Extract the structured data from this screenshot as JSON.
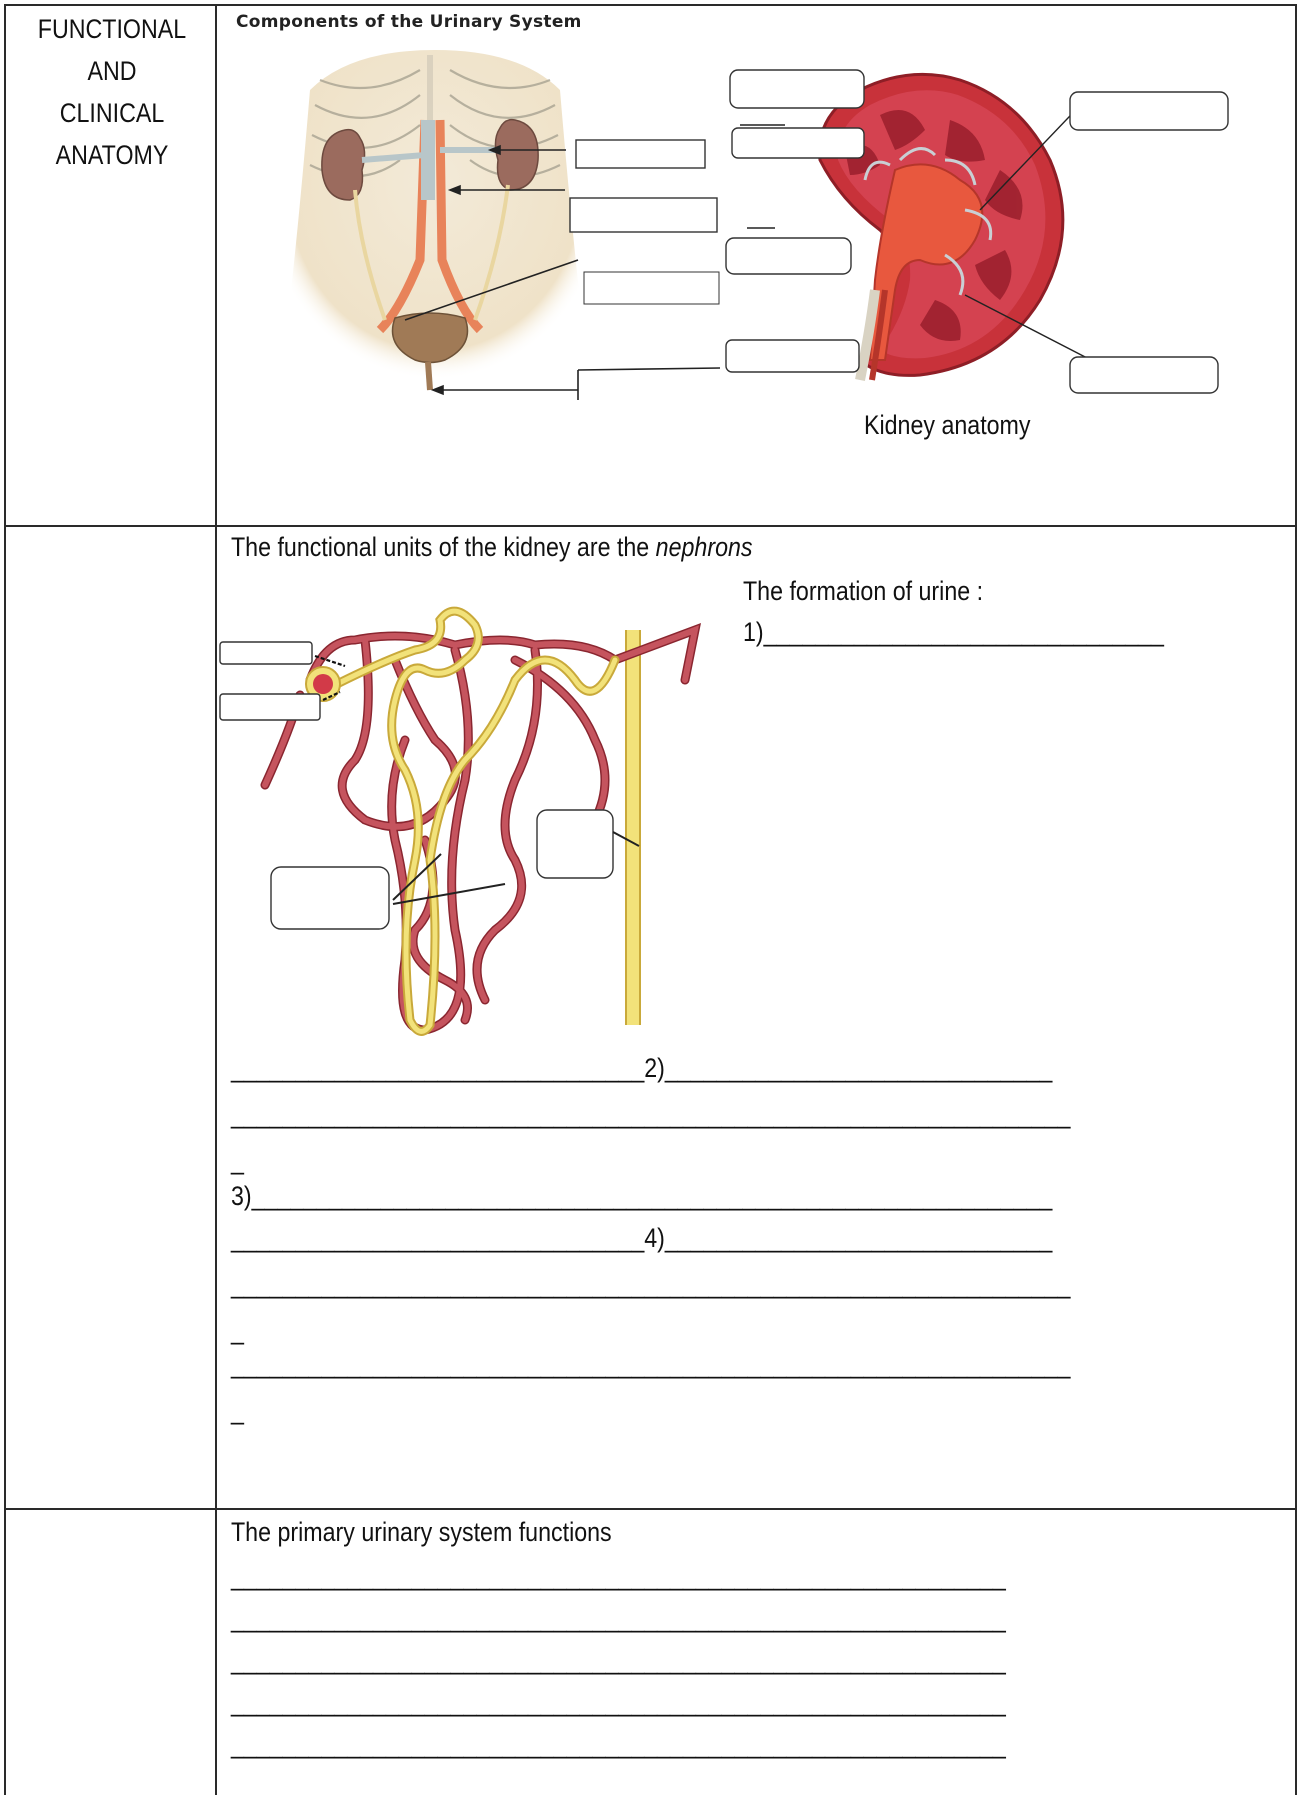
{
  "header_label": {
    "lines": [
      "FUNCTIONAL",
      "AND",
      "CLINICAL",
      "ANATOMY"
    ]
  },
  "urinary_figure": {
    "title": "Components of the Urinary System",
    "kidney_caption": "Kidney anatomy"
  },
  "nephron_section": {
    "intro_prefix": "The functional units of the kidney are the ",
    "intro_italic": "nephrons",
    "formation_heading": "The formation of urine :",
    "step1": "1)_______________________________",
    "line_step2": "________________________________2)______________________________",
    "line_full": "_________________________________________________________________",
    "underscore_single": "_",
    "step3": "3)______________________________________________________________",
    "line_step4": "________________________________4)______________________________"
  },
  "functions_section": {
    "heading": "The primary urinary system functions",
    "line": "____________________________________________________________"
  },
  "colors": {
    "border": "#2a2a2a",
    "kidney_red": "#c8323a",
    "kidney_dark": "#9a1e2c",
    "vessel_red": "#b8404a",
    "tubule_yellow": "#f2e27a",
    "tubule_outline": "#c9a93a",
    "body_skin": "#efe4cf",
    "kidney_brown": "#9b6b5e",
    "ureter_orange": "#e8835a"
  }
}
